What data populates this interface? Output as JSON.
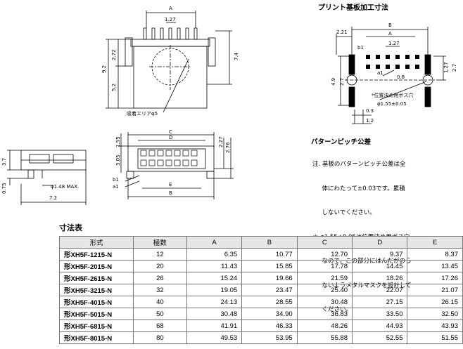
{
  "drawing": {
    "front": {
      "dims": [
        "A",
        "1.27",
        "2.72",
        "9.2",
        "7.4",
        "5.2"
      ],
      "suction_label": "吸着エリアφ5"
    },
    "side": {
      "dims": [
        "3.7",
        "0.75",
        "φ1.48 MAX.",
        "7.2"
      ]
    },
    "bottom": {
      "dims": [
        "C",
        "D",
        "1.55",
        "3.05",
        "2.27",
        "2.76",
        "b1",
        "a1",
        "E",
        "B"
      ]
    }
  },
  "pcb": {
    "title": "プリント基板加工寸法",
    "dims": [
      "B",
      "A",
      "2.21",
      "1.27",
      "b1",
      "a1",
      "4.9",
      "2.7",
      "0.8",
      "1.27",
      "2.7",
      "0.3",
      "1.2"
    ],
    "hole_note": "*位置決め用ボス穴",
    "hole_dim": "φ1.55±0.05"
  },
  "tolerance": {
    "title": "パターンピッチ公差",
    "lines": [
      "注. 基板のパターンピッチ公差は全",
      "     体にわたって±0.03です。累積",
      "     しないでください。",
      "＊ φ1.55±0.05は位置決め用ボス穴",
      "     なので、この部分にはんだがのら",
      "     ないようメタルマスクを設計して",
      "     ください。"
    ]
  },
  "table": {
    "title": "寸法表",
    "headers": [
      "形式",
      "極数",
      "A",
      "B",
      "C",
      "D",
      "E"
    ],
    "rows": [
      [
        "形XH5F-1215-N",
        "12",
        "6.35",
        "10.77",
        "12.70",
        "9.37",
        "8.37"
      ],
      [
        "形XH5F-2015-N",
        "20",
        "11.43",
        "15.85",
        "17.78",
        "14.45",
        "13.45"
      ],
      [
        "形XH5F-2615-N",
        "26",
        "15.24",
        "19.66",
        "21.59",
        "18.26",
        "17.26"
      ],
      [
        "形XH5F-3215-N",
        "32",
        "19.05",
        "23.47",
        "25.40",
        "22.07",
        "21.07"
      ],
      [
        "形XH5F-4015-N",
        "40",
        "24.13",
        "28.55",
        "30.48",
        "27.15",
        "26.15"
      ],
      [
        "形XH5F-5015-N",
        "50",
        "30.48",
        "34.90",
        "36.83",
        "33.50",
        "32.50"
      ],
      [
        "形XH5F-6815-N",
        "68",
        "41.91",
        "46.33",
        "48.26",
        "44.93",
        "43.93"
      ],
      [
        "形XH5F-8015-N",
        "80",
        "49.53",
        "53.95",
        "55.88",
        "52.55",
        "51.55"
      ]
    ]
  }
}
